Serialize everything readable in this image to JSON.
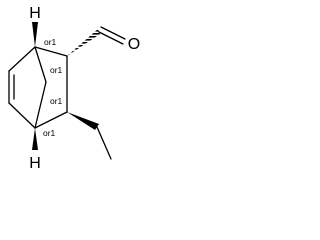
{
  "molecule": {
    "atom_labels": {
      "h_top": "H",
      "h_bottom": "H",
      "oxygen": "O"
    },
    "stereo_labels": {
      "bridgehead_top": "or1",
      "c_aldehyde": "or1",
      "c_ethyl": "or1",
      "bridgehead_bottom": "or1"
    }
  }
}
